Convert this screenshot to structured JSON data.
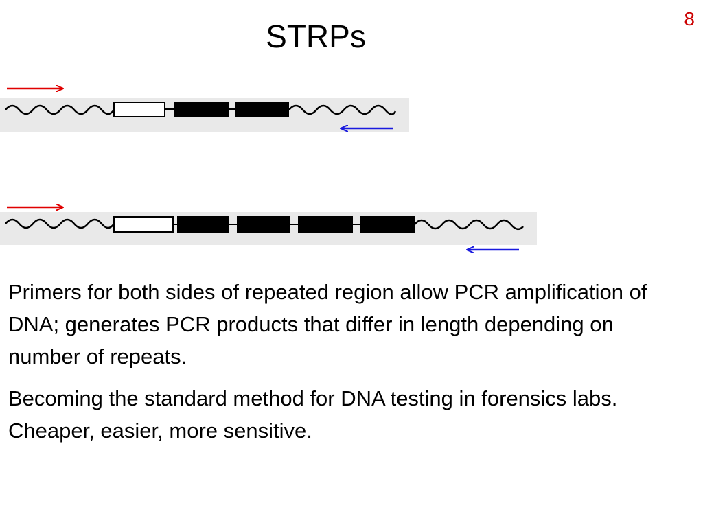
{
  "slide": {
    "title": "STRPs",
    "number": "8"
  },
  "diagram": {
    "colors": {
      "forward_primer": "#e00000",
      "reverse_primer": "#1a1adf",
      "strand_background": "#e9e9e9",
      "repeat_block": "#000000",
      "flanking_block": "#ffffff"
    },
    "rows": [
      {
        "repeat_count": 2
      },
      {
        "repeat_count": 4
      }
    ]
  },
  "body": {
    "paragraphs": [
      "Primers for both sides of repeated region allow PCR amplification of DNA;  generates PCR products that differ in length depending on number of repeats.",
      "Becoming the standard method for DNA testing in forensics labs.  Cheaper, easier, more sensitive."
    ]
  }
}
